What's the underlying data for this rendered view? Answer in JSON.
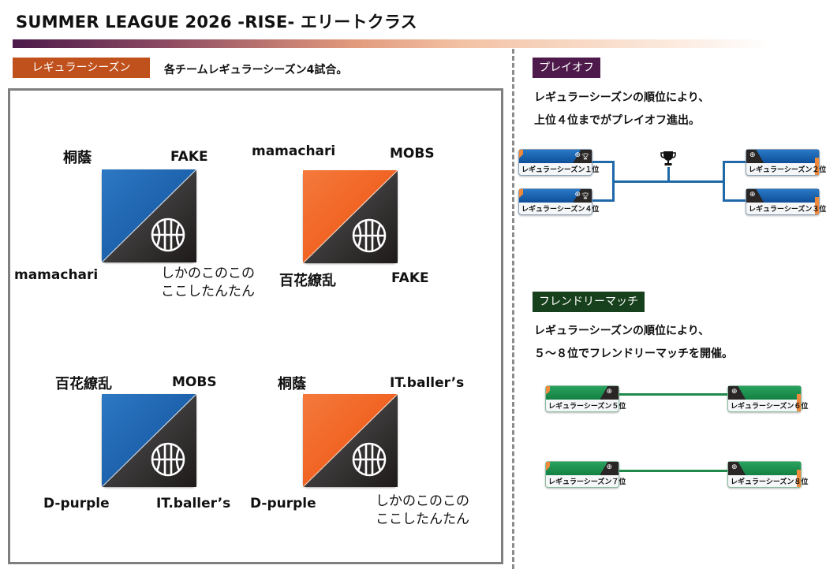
{
  "header": {
    "title": "SUMMER LEAGUE 2026 -RISE-  エリートクラス"
  },
  "regular_season": {
    "tag": "レギュラーシーズン",
    "description": "各チームレギュラーシーズン4試合。",
    "matches": [
      {
        "color": "blue",
        "top_left": "桐蔭",
        "top_right": "FAKE",
        "bottom_left": "mamachari",
        "bottom_right_line1": "しかのこのこの",
        "bottom_right_line2": "ここしたんたん"
      },
      {
        "color": "orange",
        "top_left": "mamachari",
        "top_right": "MOBS",
        "bottom_left": "百花繚乱",
        "bottom_right": "FAKE"
      },
      {
        "color": "blue",
        "top_left": "百花繚乱",
        "top_right": "MOBS",
        "bottom_left": "D-purple",
        "bottom_right": "IT.baller’s"
      },
      {
        "color": "orange",
        "top_left": "桐蔭",
        "top_right": "IT.baller’s",
        "bottom_left": "D-purple",
        "bottom_right_line1": "しかのこのこの",
        "bottom_right_line2": "ここしたんたん"
      }
    ]
  },
  "playoff": {
    "tag": "プレイオフ",
    "description_line1": "レギュラーシーズンの順位により、",
    "description_line2": "上位４位までがプレイオフ進出。",
    "slots": [
      "レギュラーシーズン１位",
      "レギュラーシーズン４位",
      "レギュラーシーズン２位",
      "レギュラーシーズン３位"
    ],
    "trophy_icon": "trophy-icon"
  },
  "friendly": {
    "tag": "フレンドリーマッチ",
    "description_line1": "レギュラーシーズンの順位により、",
    "description_line2": "５～８位でフレンドリーマッチを開催。",
    "slots": [
      "レギュラーシーズン５位",
      "レギュラーシーズン６位",
      "レギュラーシーズン７位",
      "レギュラーシーズン８位"
    ]
  },
  "colors": {
    "regular_tag": "#c0511d",
    "playoff_tag": "#4e1a4b",
    "friendly_tag": "#17401c",
    "blue_team": "#1a5fa8",
    "orange_team": "#f05a14",
    "playoff_line": "#1f69a8",
    "friendly_line": "#1f8a4a"
  }
}
